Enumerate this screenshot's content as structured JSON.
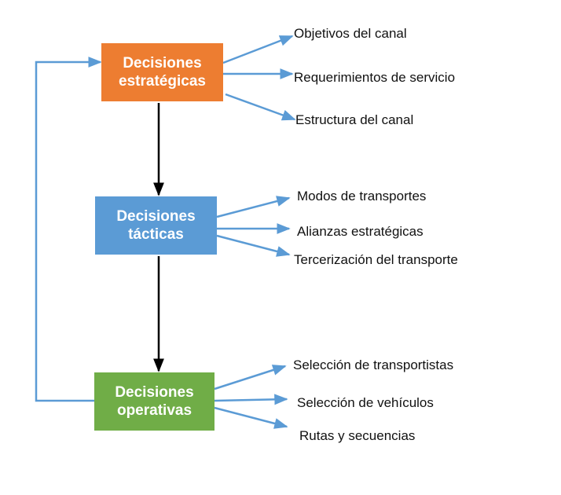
{
  "colors": {
    "strategic": "#ed7d31",
    "tactical": "#5b9bd5",
    "operative": "#70ad47",
    "arrow_blue": "#5b9bd5",
    "arrow_black": "#000000"
  },
  "boxes": {
    "strategic": {
      "label": "Decisiones\nestratégicas"
    },
    "tactical": {
      "label": "Decisiones\ntácticas"
    },
    "operative": {
      "label": "Decisiones\noperativas"
    }
  },
  "strategic_items": [
    "Objetivos del canal",
    "Requerimientos de servicio",
    "Estructura del canal"
  ],
  "tactical_items": [
    "Modos de transportes",
    "Alianzas estratégicas",
    "Tercerización del transporte"
  ],
  "operative_items": [
    "Selección de transportistas",
    "Selección de vehículos",
    "Rutas y secuencias"
  ]
}
